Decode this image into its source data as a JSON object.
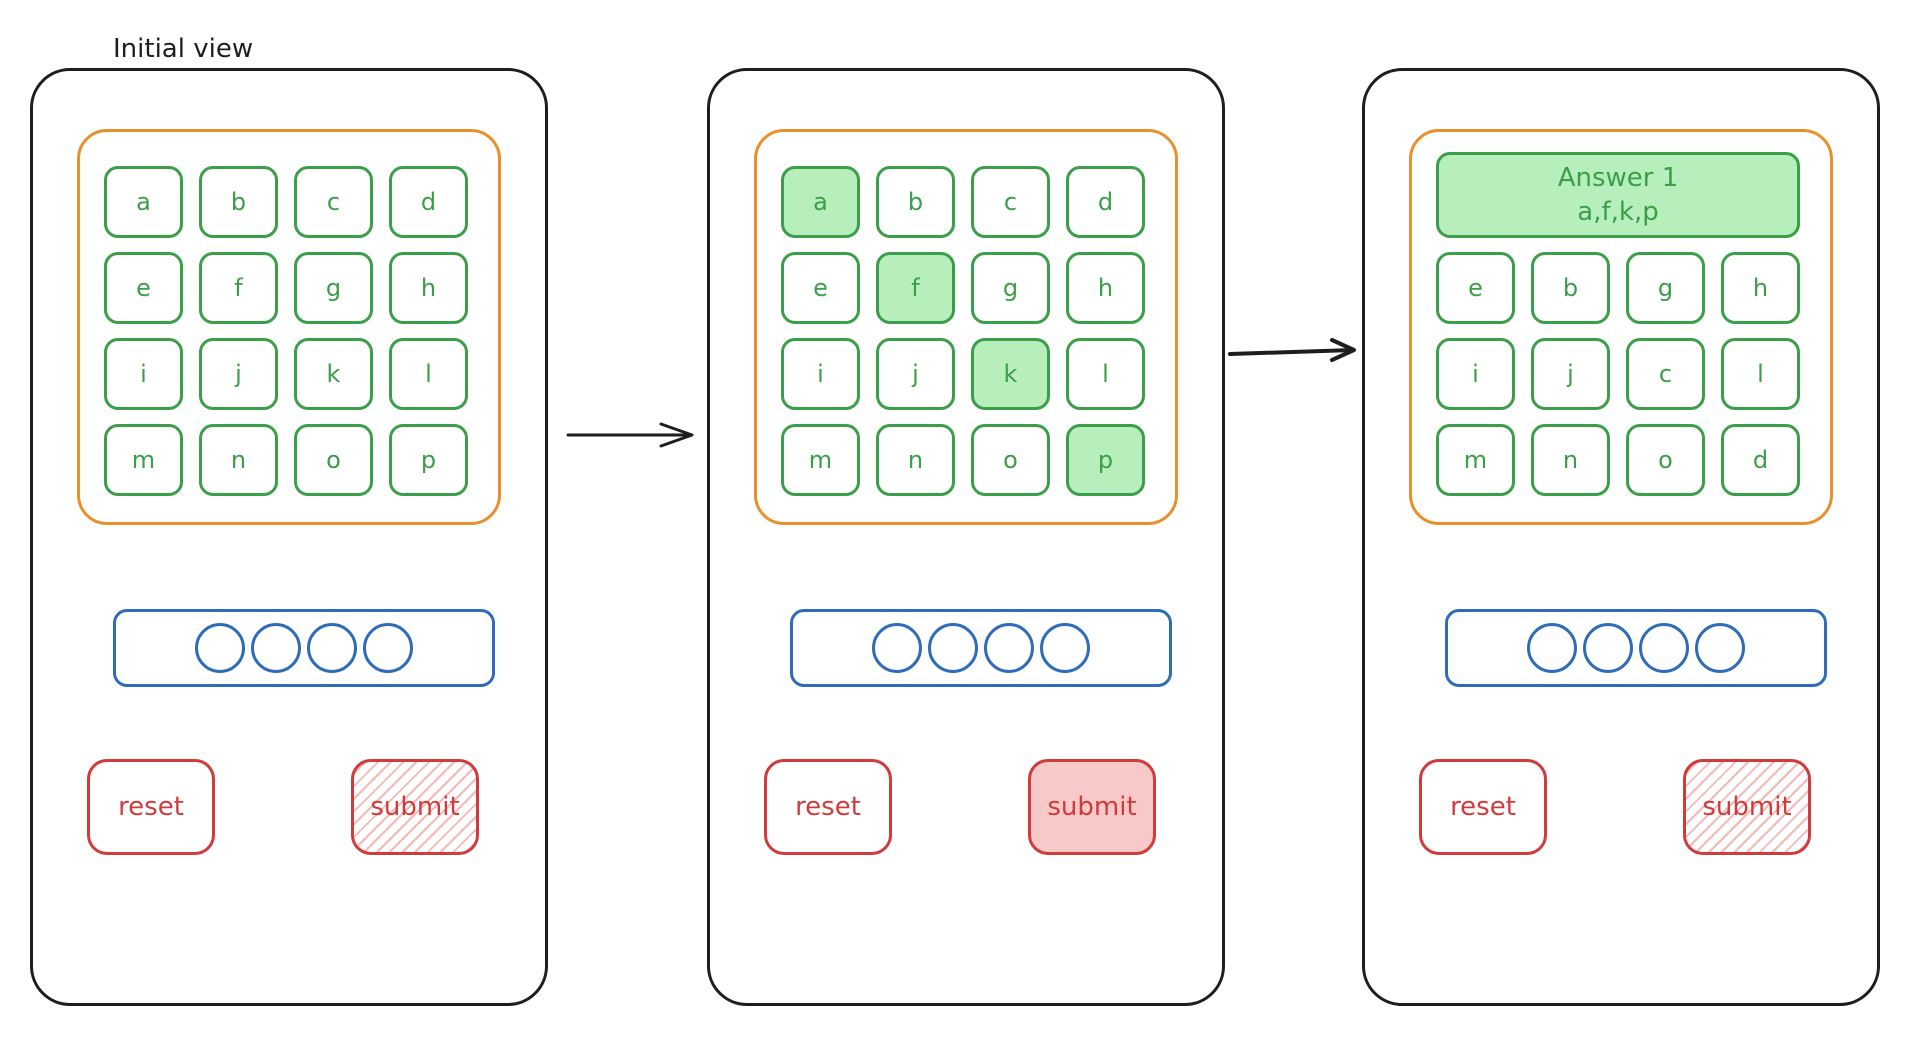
{
  "caption": "Initial view",
  "colors": {
    "frame": "#1e1e1e",
    "grid_frame": "#e8912c",
    "key": "#3b9e48",
    "key_selected_fill": "#b7efbc",
    "slots": "#2f6bb8",
    "buttons": "#d03b3b",
    "submit_active_fill": "#f8c9c9"
  },
  "icons": [
    "arrow-right-icon",
    "arrow-right-icon"
  ],
  "views": [
    {
      "keys": [
        {
          "label": "a",
          "selected": false
        },
        {
          "label": "b",
          "selected": false
        },
        {
          "label": "c",
          "selected": false
        },
        {
          "label": "d",
          "selected": false
        },
        {
          "label": "e",
          "selected": false
        },
        {
          "label": "f",
          "selected": false
        },
        {
          "label": "g",
          "selected": false
        },
        {
          "label": "h",
          "selected": false
        },
        {
          "label": "i",
          "selected": false
        },
        {
          "label": "j",
          "selected": false
        },
        {
          "label": "k",
          "selected": false
        },
        {
          "label": "l",
          "selected": false
        },
        {
          "label": "m",
          "selected": false
        },
        {
          "label": "n",
          "selected": false
        },
        {
          "label": "o",
          "selected": false
        },
        {
          "label": "p",
          "selected": false
        }
      ],
      "slot_count": 4,
      "reset_label": "reset",
      "submit_label": "submit",
      "submit_state": "disabled"
    },
    {
      "keys": [
        {
          "label": "a",
          "selected": true
        },
        {
          "label": "b",
          "selected": false
        },
        {
          "label": "c",
          "selected": false
        },
        {
          "label": "d",
          "selected": false
        },
        {
          "label": "e",
          "selected": false
        },
        {
          "label": "f",
          "selected": true
        },
        {
          "label": "g",
          "selected": false
        },
        {
          "label": "h",
          "selected": false
        },
        {
          "label": "i",
          "selected": false
        },
        {
          "label": "j",
          "selected": false
        },
        {
          "label": "k",
          "selected": true
        },
        {
          "label": "l",
          "selected": false
        },
        {
          "label": "m",
          "selected": false
        },
        {
          "label": "n",
          "selected": false
        },
        {
          "label": "o",
          "selected": false
        },
        {
          "label": "p",
          "selected": true
        }
      ],
      "slot_count": 4,
      "reset_label": "reset",
      "submit_label": "submit",
      "submit_state": "active"
    },
    {
      "answer": {
        "title": "Answer 1",
        "letters": "a,f,k,p"
      },
      "keys": [
        {
          "label": "e",
          "selected": false
        },
        {
          "label": "b",
          "selected": false
        },
        {
          "label": "g",
          "selected": false
        },
        {
          "label": "h",
          "selected": false
        },
        {
          "label": "i",
          "selected": false
        },
        {
          "label": "j",
          "selected": false
        },
        {
          "label": "c",
          "selected": false
        },
        {
          "label": "l",
          "selected": false
        },
        {
          "label": "m",
          "selected": false
        },
        {
          "label": "n",
          "selected": false
        },
        {
          "label": "o",
          "selected": false
        },
        {
          "label": "d",
          "selected": false
        }
      ],
      "slot_count": 4,
      "reset_label": "reset",
      "submit_label": "submit",
      "submit_state": "disabled"
    }
  ]
}
